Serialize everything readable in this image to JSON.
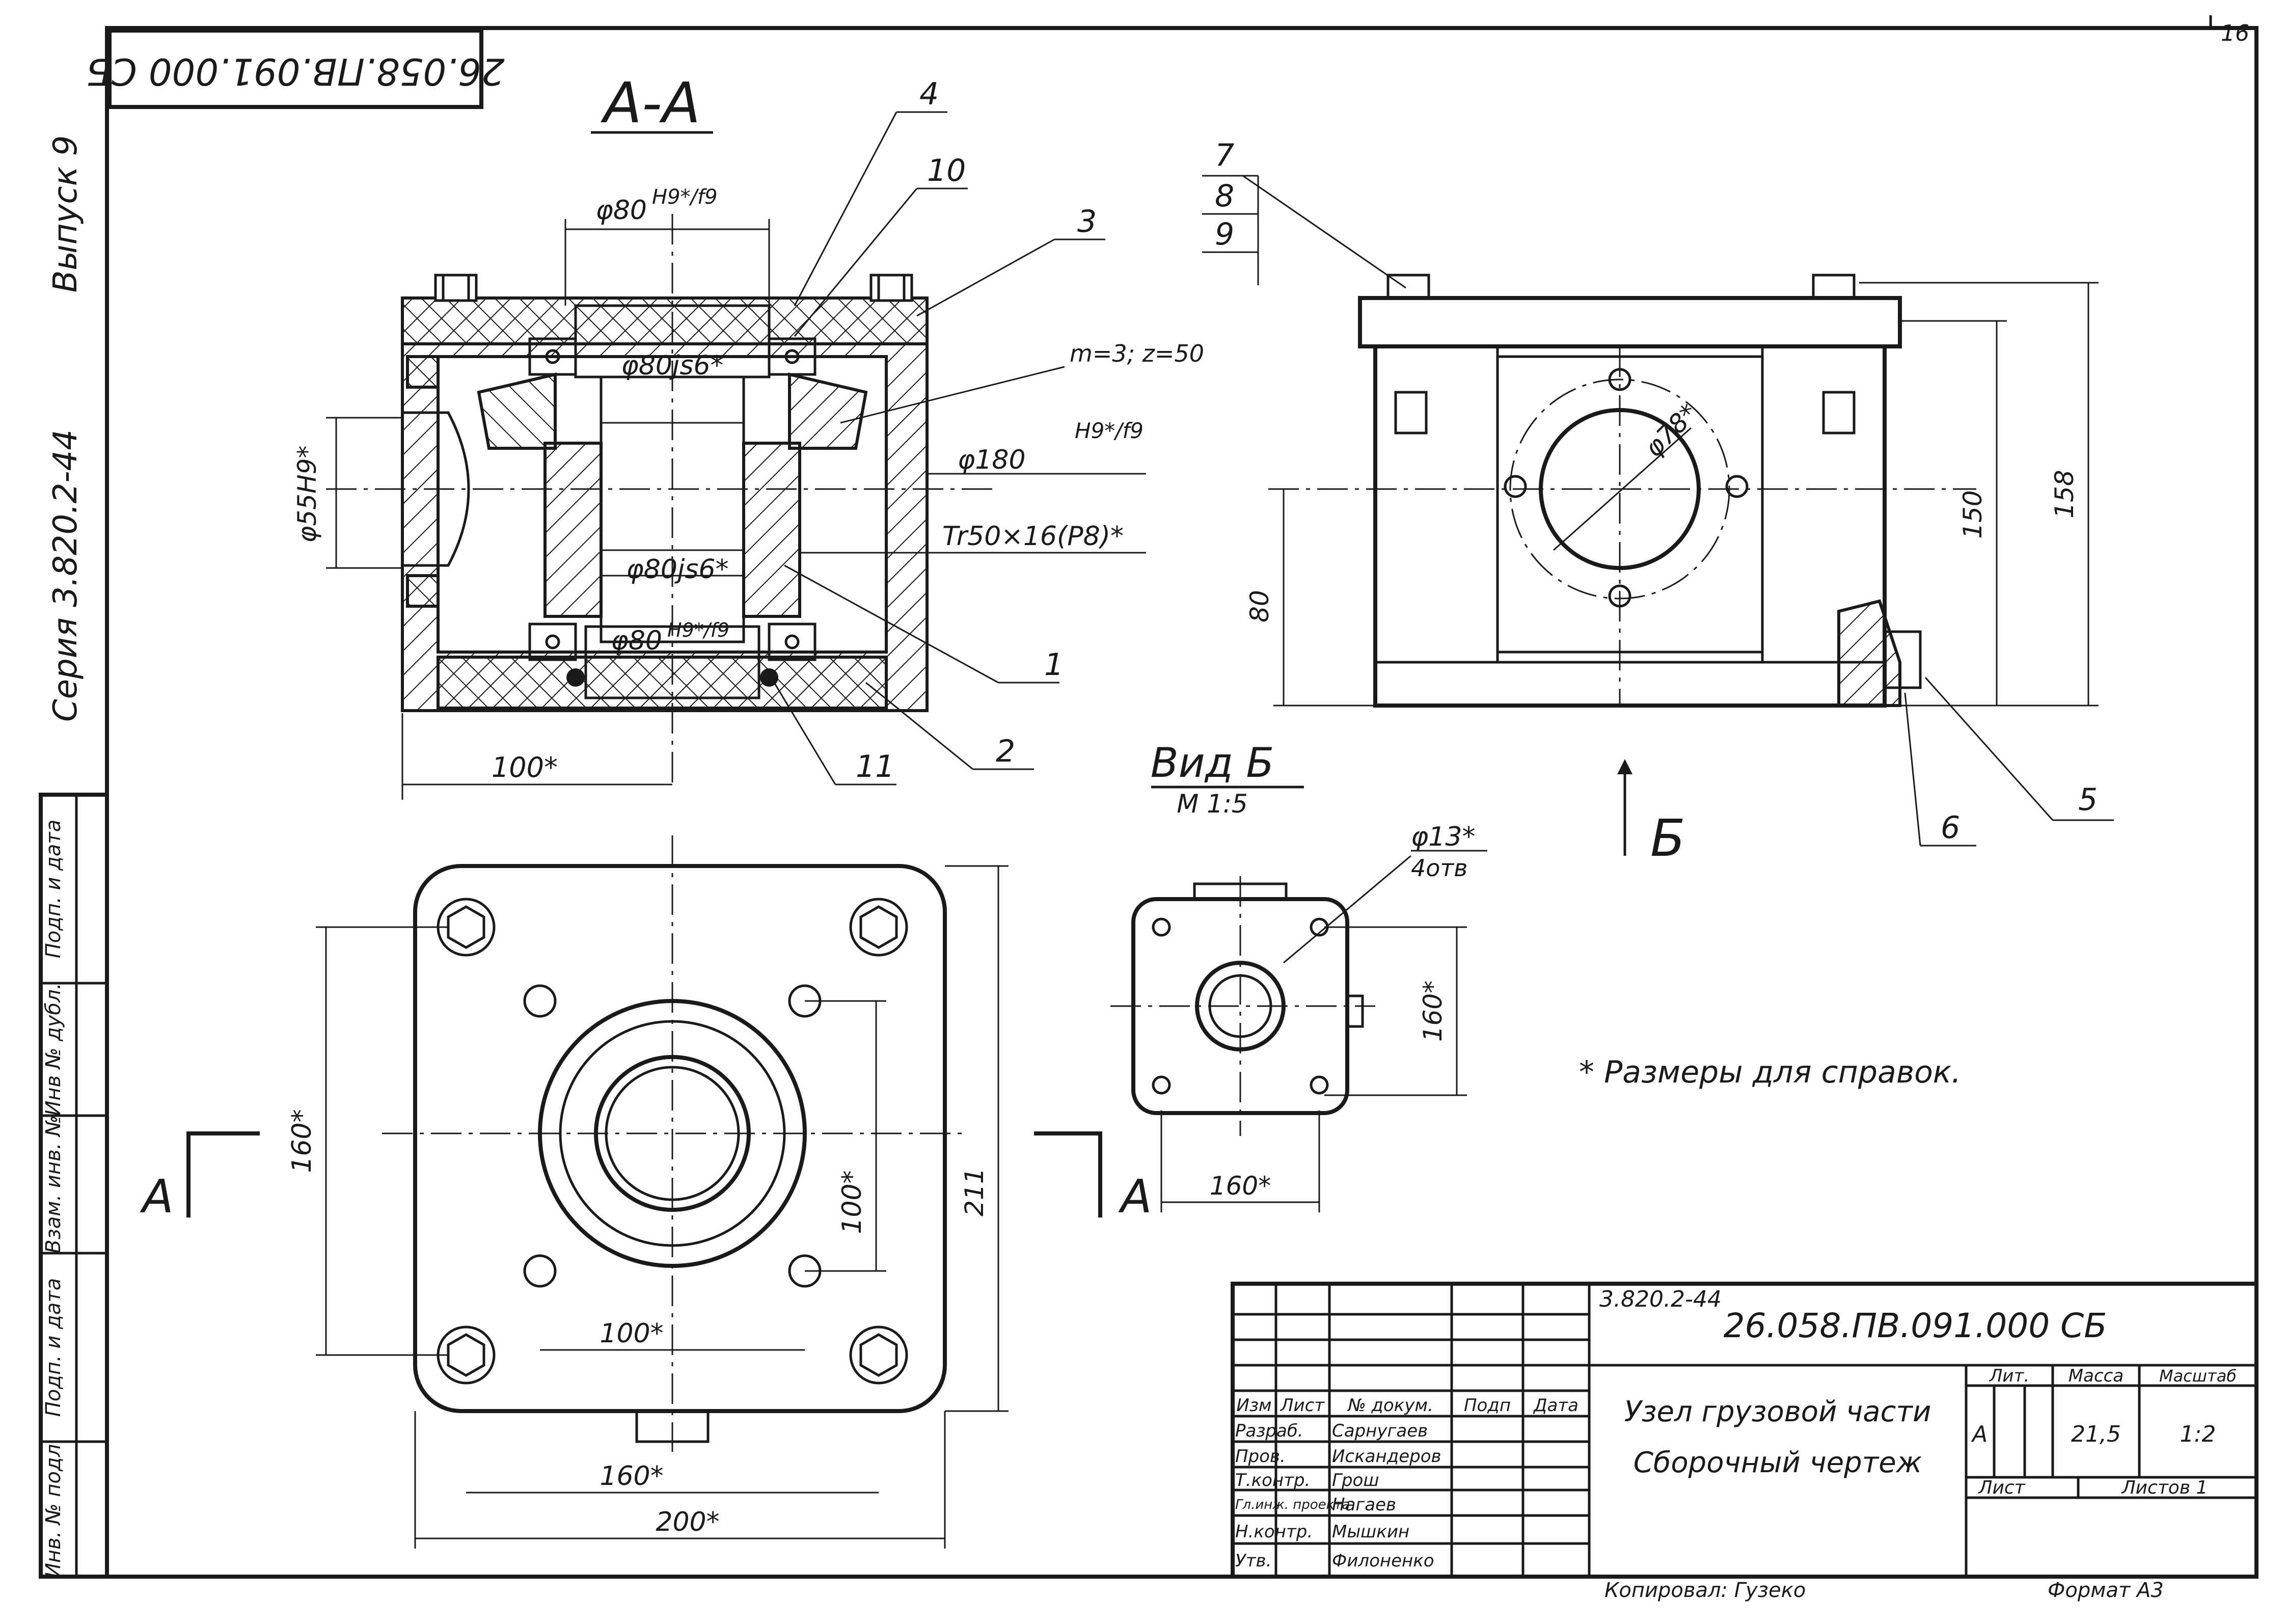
{
  "sheet": {
    "page_number": "16",
    "rotated_code": "26.058.ПВ.091.000 СБ",
    "series_label": "Серия 3.820.2-44",
    "issue_label": "Выпуск 9"
  },
  "section_view": {
    "title": "А-А",
    "dim_phi80_h9f9": "φ80",
    "fit_h9_f9": "H9*/f9",
    "dim_phi80_js6_top": "φ80js6*",
    "gear_param": "m=3; z=50",
    "dim_phi180": "φ180",
    "fit_phi180": "H9*/f9",
    "thread": "Tr50×16(P8)*",
    "dim_phi55": "φ55H9*",
    "dim_phi80_js6_mid": "φ80js6*",
    "dim_phi80_bottom": "φ80",
    "fit_bottom": "H9*/f9",
    "dim_100": "100*",
    "callouts": [
      "4",
      "10",
      "3",
      "1",
      "2",
      "11"
    ]
  },
  "side_view": {
    "callouts": [
      "7",
      "8",
      "9",
      "5",
      "6"
    ],
    "dim_phi78": "φ78*",
    "dim_150": "150",
    "dim_158": "158",
    "dim_80": "80",
    "view_arrow_label": "Б"
  },
  "view_b": {
    "title": "Вид Б",
    "scale": "М 1:5",
    "holes": "φ13*",
    "holes_count": "4отв",
    "dim_160_v": "160*",
    "dim_160_h": "160*"
  },
  "plan_view": {
    "dim_160_v": "160*",
    "dim_100_v": "100*",
    "dim_211": "211",
    "dim_100_h": "100*",
    "dim_160_h": "160*",
    "dim_200": "200*",
    "cut_label_left": "А",
    "cut_label_right": "А"
  },
  "note": "* Размеры для справок.",
  "left_strip": {
    "labels": [
      "Подп. и дата",
      "Инв № дубл.",
      "Взам. инв. №",
      "Подп. и дата",
      "Инв. № подл."
    ]
  },
  "title_block": {
    "series_code": "3.820.2-44",
    "doc_code": "26.058.ПВ.091.000 СБ",
    "headers": [
      "Изм",
      "Лист",
      "№ докум.",
      "Подп",
      "Дата"
    ],
    "roles": [
      {
        "role": "Разраб.",
        "name": "Сарнугаев"
      },
      {
        "role": "Пров.",
        "name": "Искандеров"
      },
      {
        "role": "Т.контр.",
        "name": "Грош"
      },
      {
        "role": "Гл.инж. проекта",
        "name": "Нагаев"
      },
      {
        "role": "Н.контр.",
        "name": "Мышкин"
      },
      {
        "role": "Утв.",
        "name": "Филоненко"
      }
    ],
    "title_line1": "Узел грузовой части",
    "title_line2": "Сборочный чертеж",
    "lit_label": "Лит.",
    "lit_value": "А",
    "mass_label": "Масса",
    "mass_value": "21,5",
    "scale_label": "Масштаб",
    "scale_value": "1:2",
    "sheet_label": "Лист",
    "sheets_label": "Листов 1",
    "copied_by": "Копировал: Гузеко",
    "format": "Формат А3"
  }
}
